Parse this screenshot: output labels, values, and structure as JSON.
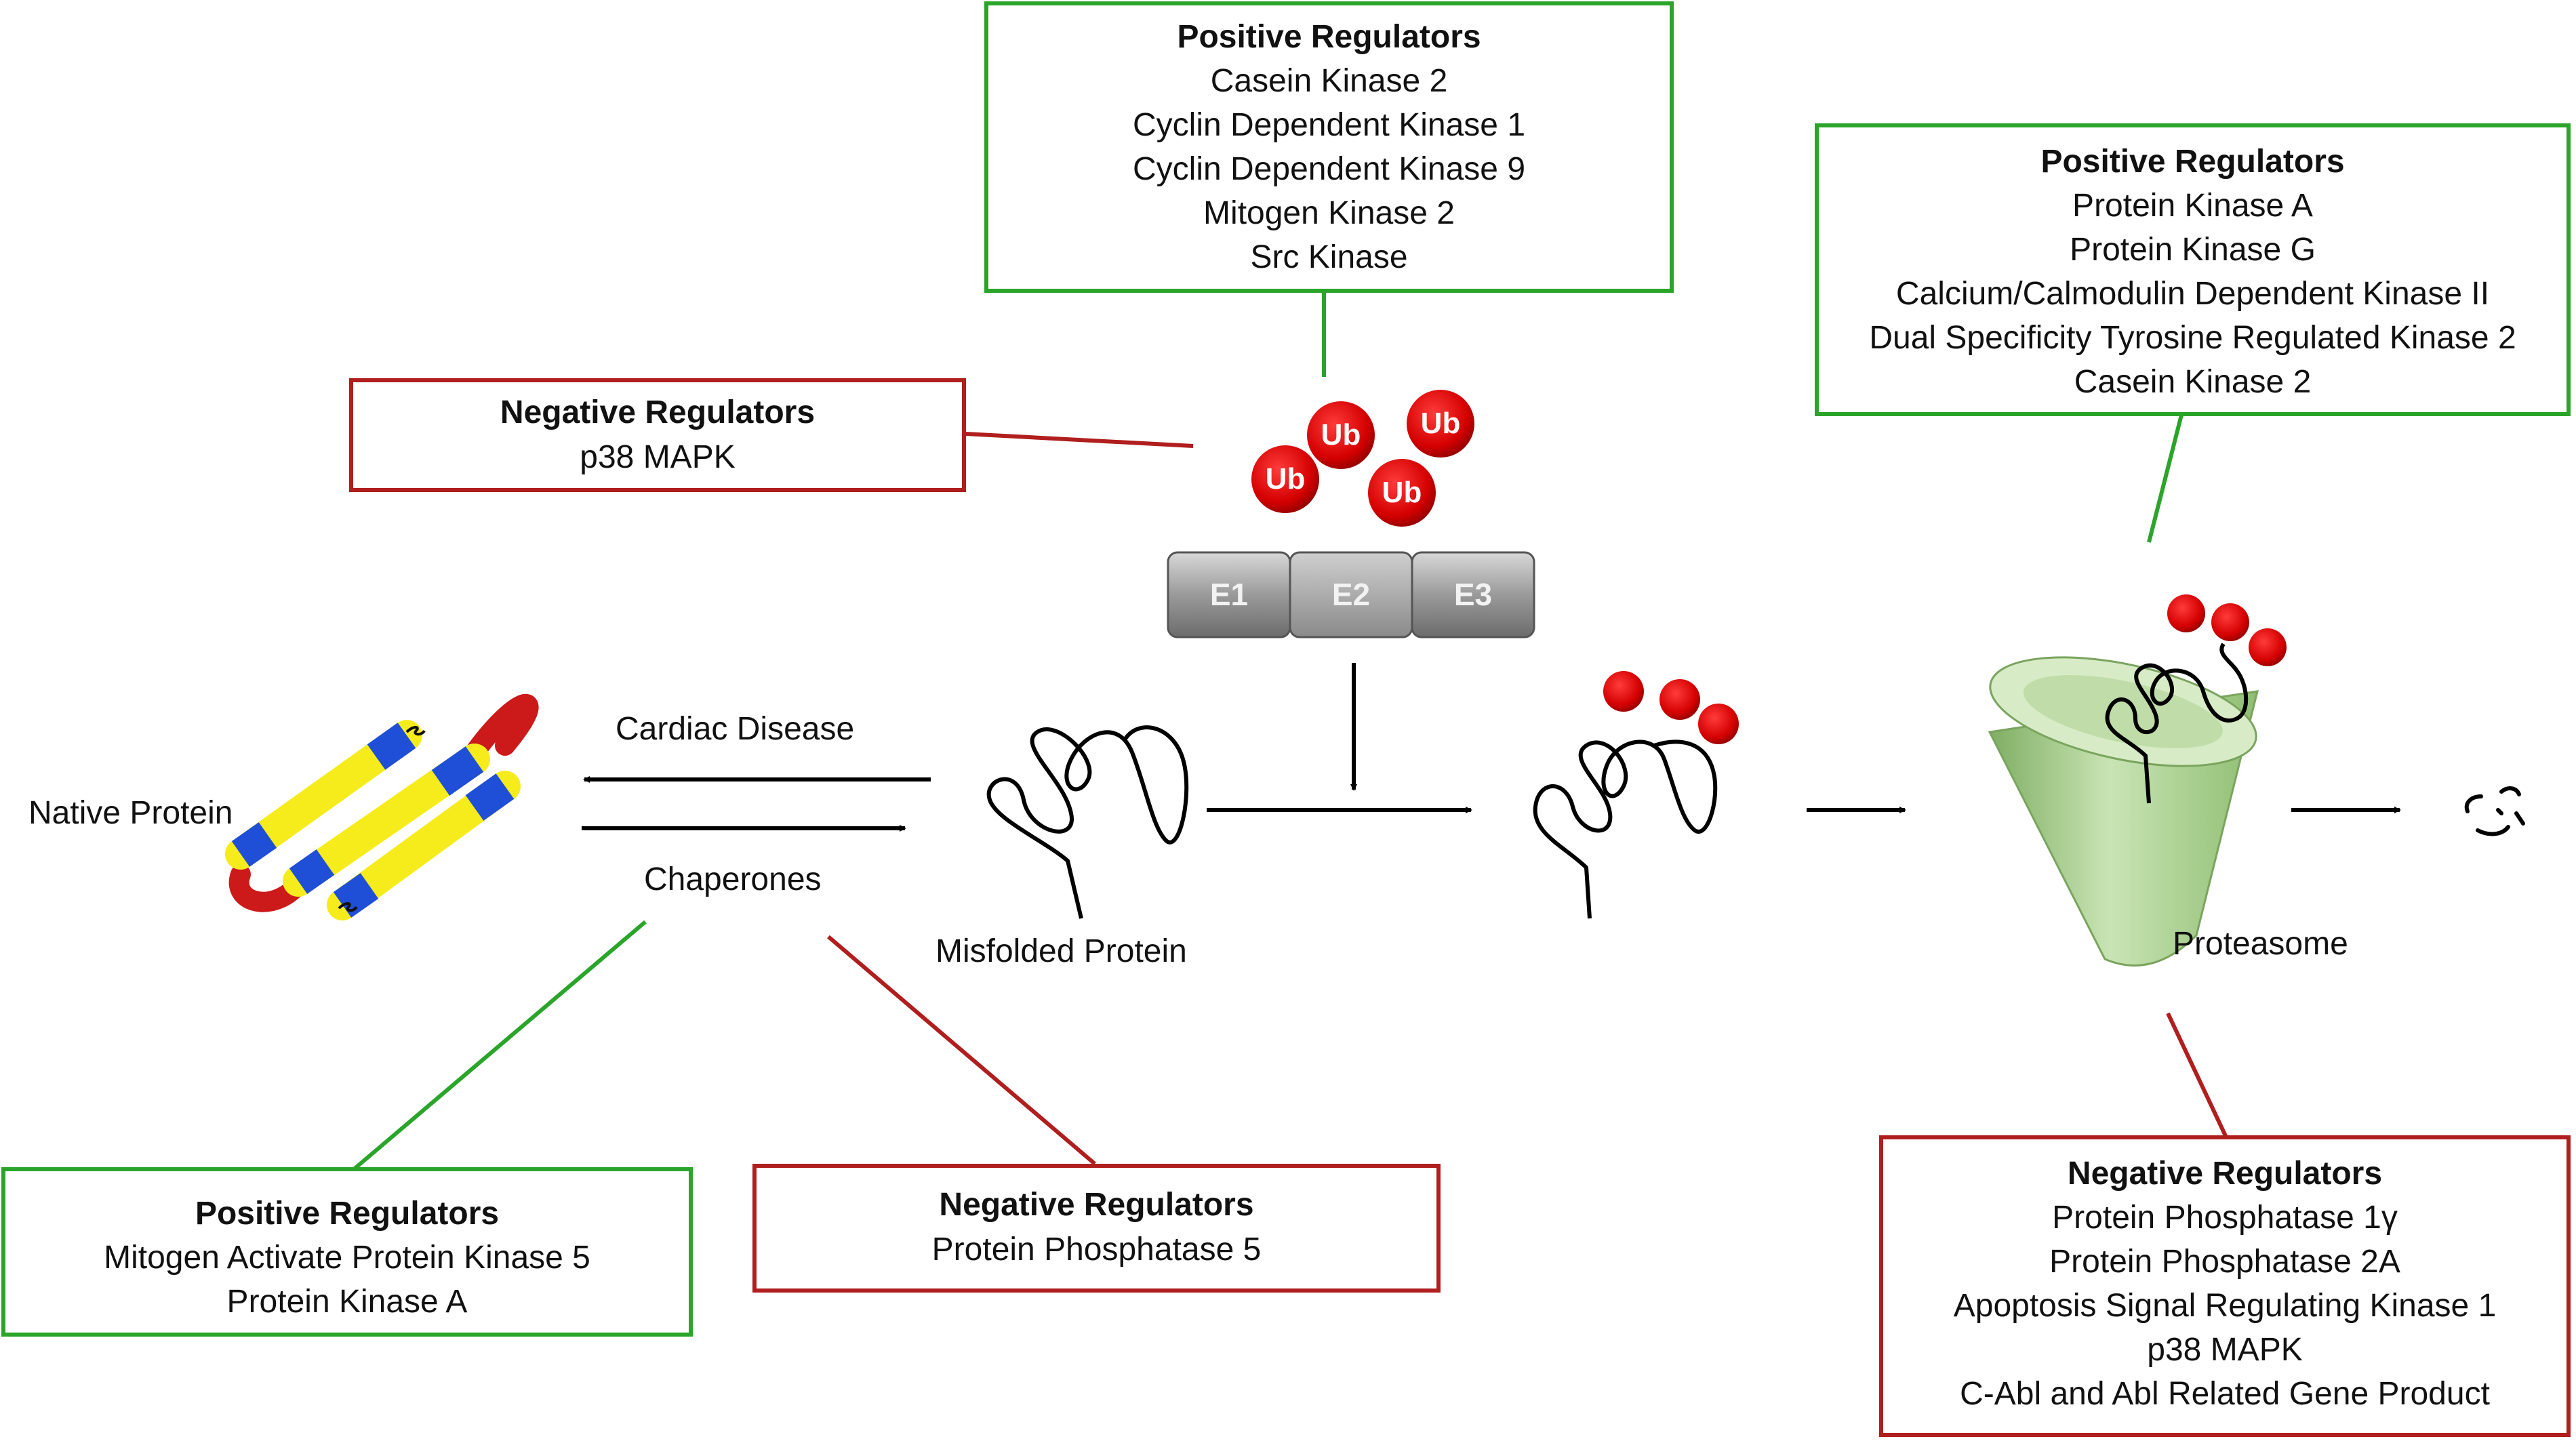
{
  "boxes": {
    "ubiquitination_positive": {
      "heading": "Positive Regulators",
      "items": [
        "Casein Kinase 2",
        "Cyclin Dependent Kinase 1",
        "Cyclin Dependent Kinase 9",
        "Mitogen Kinase 2",
        "Src Kinase"
      ]
    },
    "ubiquitination_negative": {
      "heading": "Negative Regulators",
      "items": [
        "p38 MAPK"
      ]
    },
    "proteasome_positive": {
      "heading": "Positive Regulators",
      "items": [
        "Protein Kinase A",
        "Protein Kinase G",
        "Calcium/Calmodulin Dependent Kinase II",
        "Dual Specificity Tyrosine Regulated Kinase 2",
        "Casein Kinase 2"
      ]
    },
    "proteasome_negative": {
      "heading": "Negative Regulators",
      "items": [
        "Protein Phosphatase 1γ",
        "Protein Phosphatase 2A",
        "Apoptosis Signal Regulating Kinase 1",
        "p38 MAPK",
        "C-Abl and Abl Related Gene Product"
      ]
    },
    "chaperone_positive": {
      "heading": "Positive Regulators",
      "items": [
        "Mitogen Activate Protein Kinase 5",
        "Protein Kinase A"
      ]
    },
    "chaperone_negative": {
      "heading": "Negative Regulators",
      "items": [
        "Protein Phosphatase 5"
      ]
    }
  },
  "labels": {
    "native_protein": "Native Protein",
    "cardiac_disease": "Cardiac Disease",
    "chaperones": "Chaperones",
    "misfolded_protein": "Misfolded Protein",
    "proteasome": "Proteasome"
  },
  "ubiquitin": [
    "Ub",
    "Ub",
    "Ub",
    "Ub"
  ],
  "enzymes": [
    "E1",
    "E2",
    "E3"
  ],
  "colors": {
    "positive": "#2aa52a",
    "negative": "#b01e1e",
    "ubiquitin": "#d40000",
    "helix_yellow": "#f6ec1c",
    "helix_blue": "#1f4fd6",
    "helix_red": "#cc1a1a",
    "proteasome": "#a9cf8c",
    "enzyme_box": "#9a9a9a"
  }
}
